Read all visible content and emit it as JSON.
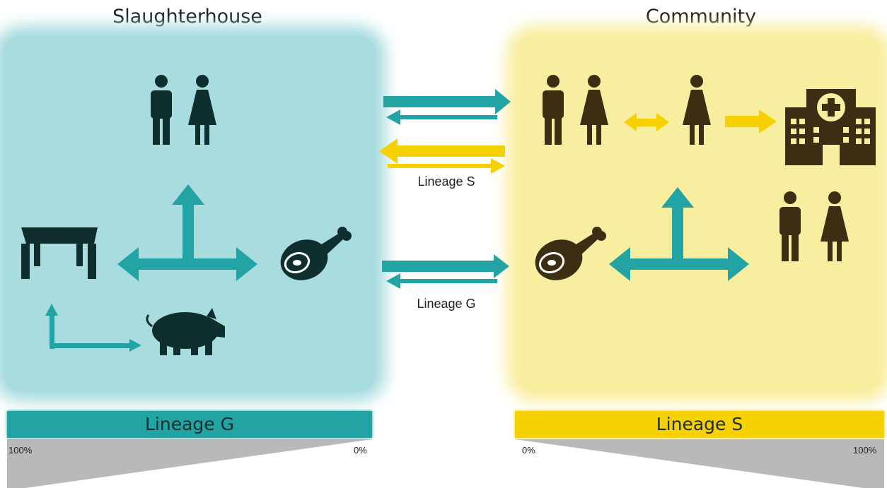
{
  "titles": {
    "left": "Slaughterhouse",
    "right": "Community"
  },
  "flow_labels": {
    "upper": "Lineage S",
    "lower": "Lineage G"
  },
  "bars": {
    "left": {
      "label": "Lineage G",
      "start_pct": "100%",
      "end_pct": "0%"
    },
    "right": {
      "label": "Lineage S",
      "start_pct": "0%",
      "end_pct": "100%"
    }
  },
  "colors": {
    "teal": "#22a3a4",
    "yellow": "#f7d002",
    "teal_zone": "#a9dcdf",
    "yellow_zone": "#f8ee9f",
    "icon_teal": "#0f2f2f",
    "icon_brown": "#3b2e12",
    "wedge": "#b9b9b9"
  },
  "icons": [
    "man-icon",
    "woman-icon",
    "table-icon",
    "ham-icon",
    "pig-icon",
    "hospital-icon"
  ]
}
